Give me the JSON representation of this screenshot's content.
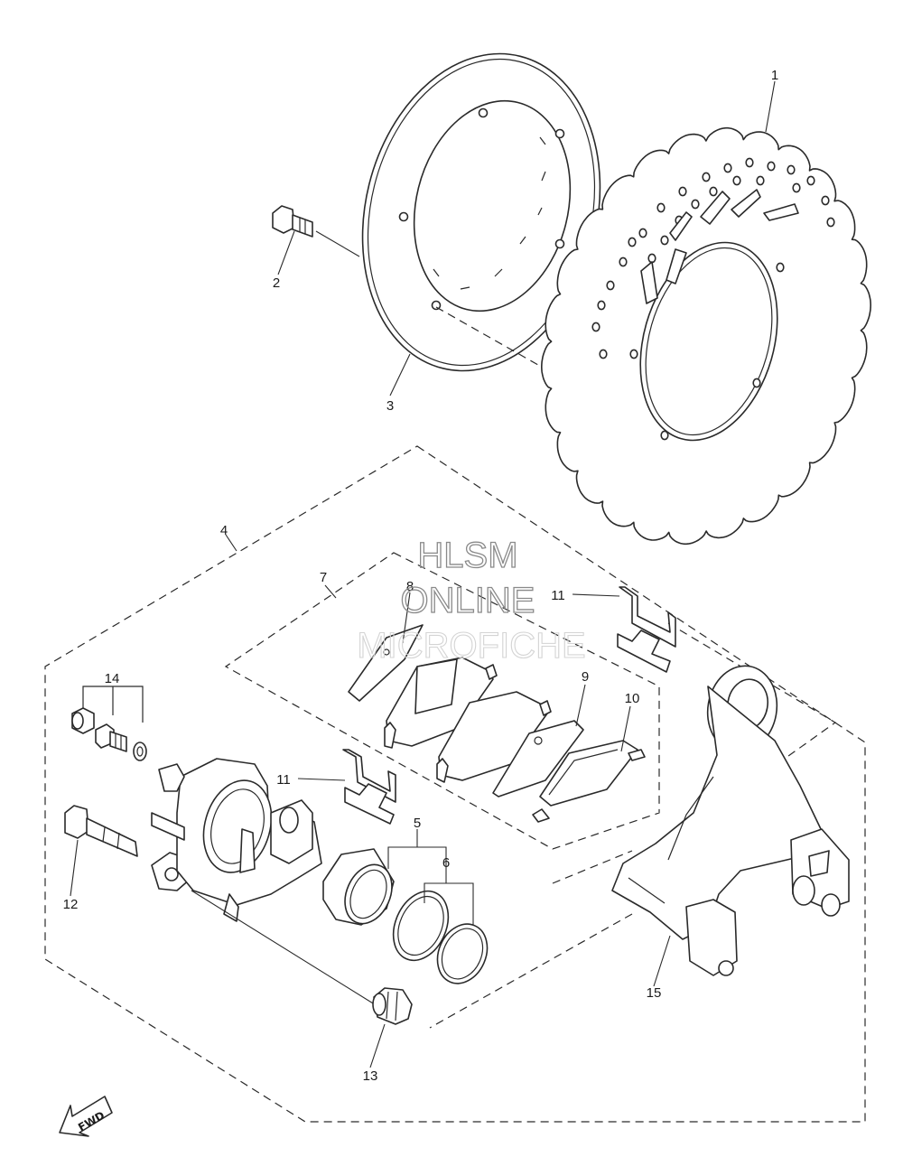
{
  "watermark": {
    "line1": "HLSM",
    "line2": "ONLINE",
    "line3": "MICROFICHE"
  },
  "direction_marker": "FWD",
  "callouts": [
    "1",
    "2",
    "3",
    "4",
    "5",
    "6",
    "7",
    "8",
    "9",
    "10",
    "11",
    "11",
    "12",
    "13",
    "14",
    "15"
  ],
  "colors": {
    "line": "#2a2a2a",
    "watermark": "#8a8a8a",
    "background": "#ffffff"
  }
}
